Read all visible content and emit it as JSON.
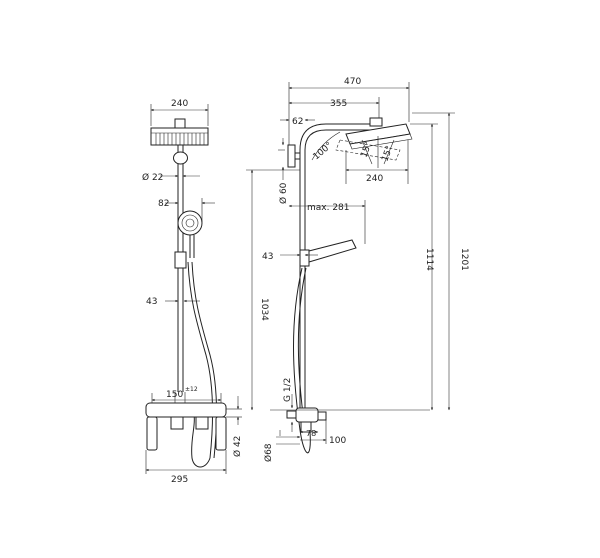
{
  "front_view": {
    "width_240": "240",
    "dia_22": "Ø 22",
    "handshower_82": "82",
    "offset_43": "43",
    "spacing_150": "150",
    "tol_150": "±12",
    "dia_42": "Ø 42",
    "width_295": "295"
  },
  "side_view": {
    "arm_470": "470",
    "arm_355": "355",
    "offset_62": "62",
    "angle_100": "100°",
    "tilt_15a": "15°",
    "tilt_15b": "15°",
    "head_240": "240",
    "dia_60": "Ø 60",
    "max_281": "max. 281",
    "offset_43": "43",
    "height_1034": "1034",
    "height_1114": "1114",
    "height_1201": "1201",
    "thread_g12": "G 1/2",
    "dia_68": "Ø68",
    "depth_78": "78",
    "depth_100": "100"
  }
}
